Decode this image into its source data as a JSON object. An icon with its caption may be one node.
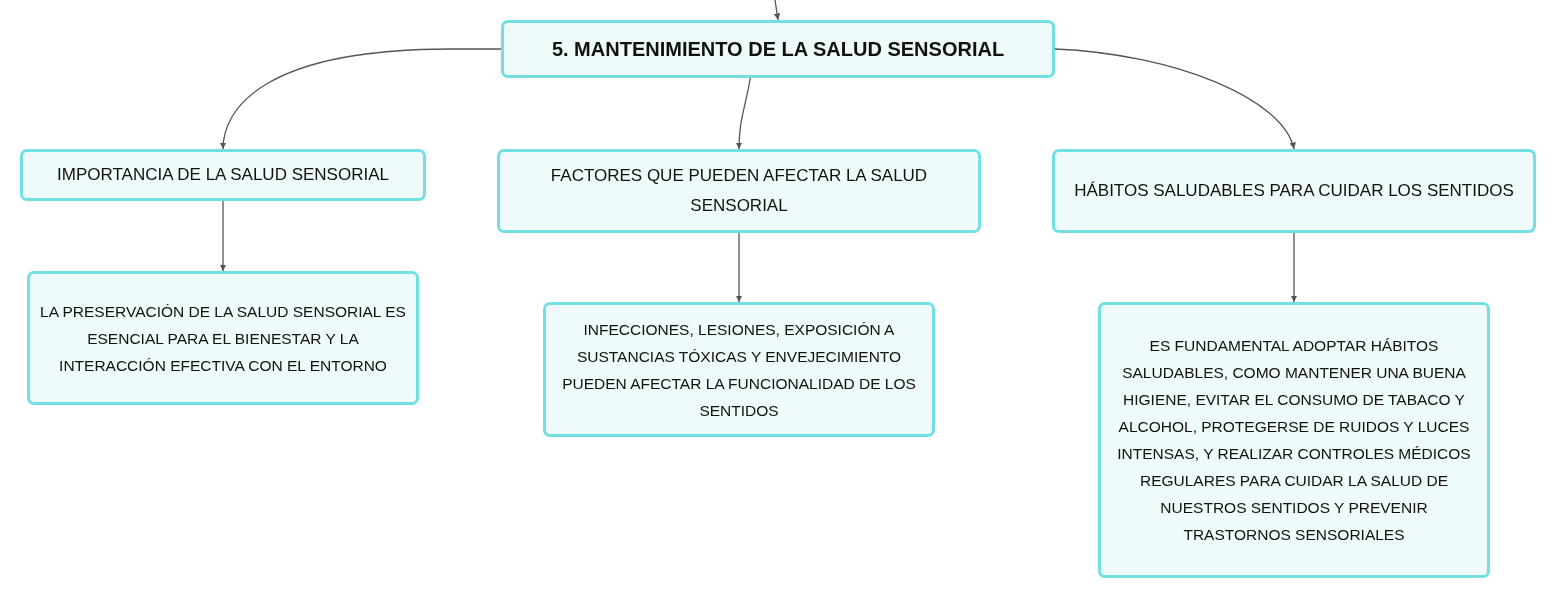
{
  "diagram": {
    "nodes": [
      {
        "text": [
          "5. MANTENIMIENTO DE LA SALUD SENSORIAL"
        ]
      },
      {
        "text": [
          "IMPORTANCIA DE LA SALUD SENSORIAL"
        ]
      },
      {
        "text": [
          "FACTORES QUE PUEDEN AFECTAR LA SALUD SENSORIAL"
        ]
      },
      {
        "text": [
          "HÁBITOS SALUDABLES PARA CUIDAR LOS SENTIDOS"
        ]
      },
      {
        "text": [
          "LA PRESERVACIÓN DE LA SALUD SENSORIAL ES ESENCIAL PARA EL BIENESTAR Y LA INTERACCIÓN EFECTIVA CON EL ENTORNO"
        ]
      },
      {
        "text": [
          "INFECCIONES, LESIONES, EXPOSICIÓN A SUSTANCIAS TÓXICAS Y ENVEJECIMIENTO PUEDEN AFECTAR LA FUNCIONALIDAD DE LOS SENTIDOS"
        ]
      },
      {
        "text": [
          "ES FUNDAMENTAL ADOPTAR HÁBITOS SALUDABLES, COMO MANTENER UNA BUENA HIGIENE, EVITAR EL CONSUMO DE TABACO Y ALCOHOL, PROTEGERSE DE RUIDOS Y LUCES INTENSAS, Y REALIZAR CONTROLES MÉDICOS REGULARES PARA CUIDAR LA SALUD DE NUESTROS SENTIDOS Y PREVENIR TRASTORNOS SENSORIALES"
        ]
      }
    ],
    "edges": [
      {
        "from": null,
        "to": 0,
        "arrow": "to"
      },
      {
        "from": 0,
        "to": 1,
        "arrow": "to"
      },
      {
        "from": 0,
        "to": 2,
        "arrow": "to"
      },
      {
        "from": 0,
        "to": 3,
        "arrow": "to"
      },
      {
        "from": 1,
        "to": 4,
        "arrow": "to"
      },
      {
        "from": 2,
        "to": 5,
        "arrow": "to"
      },
      {
        "from": 3,
        "to": 6,
        "arrow": "to"
      }
    ]
  }
}
